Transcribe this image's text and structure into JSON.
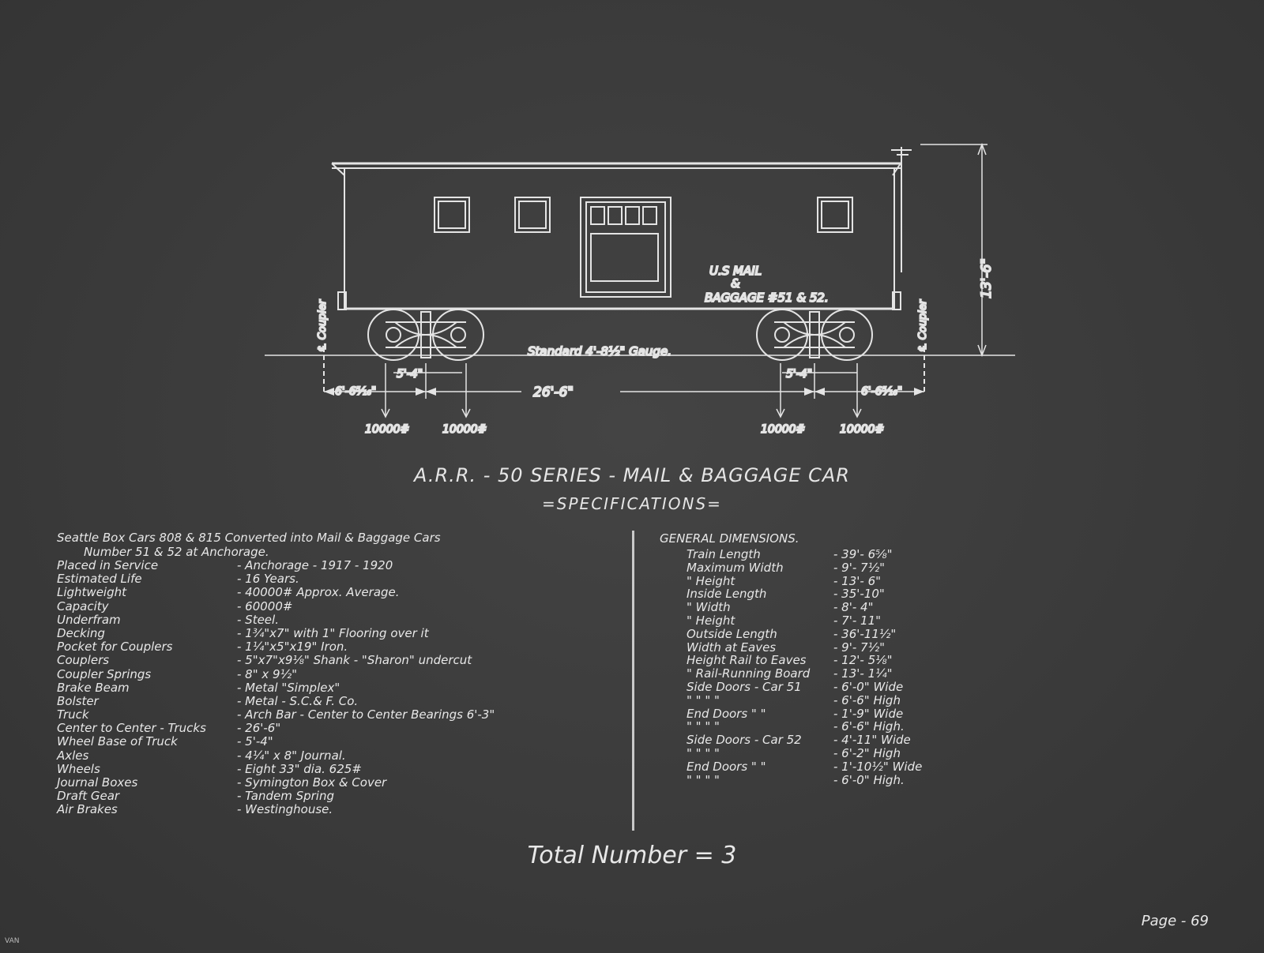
{
  "drawing": {
    "car_lettering_line1": "U.S MAIL",
    "car_lettering_line2": "&",
    "car_lettering_line3": "BAGGAGE #51 & 52.",
    "gauge_label": "Standard 4'-8½\" Gauge.",
    "height_dim": "13'-6\"",
    "coupler_left": "℄ Coupler",
    "coupler_right": "℄ Coupler",
    "wheelbase_left": "5'-4\"",
    "wheelbase_right": "5'-4\"",
    "overhang_left": "6'-6⁵⁄₁₆\"",
    "overhang_right": "6'-6⁵⁄₁₆\"",
    "truck_centers": "26'-6\"",
    "loads": [
      "10000#",
      "10000#",
      "10000#",
      "10000#"
    ]
  },
  "title": "A.R.R. - 50 SERIES - MAIL & BAGGAGE CAR",
  "subtitle": "=SPECIFICATIONS=",
  "specs": {
    "intro_line1": "Seattle Box Cars 808 & 815 Converted into Mail & Baggage Cars",
    "intro_line2": "Number 51 & 52   at Anchorage.",
    "rows": [
      {
        "k": "Placed in Service",
        "v": "-  Anchorage - 1917 - 1920"
      },
      {
        "k": "Estimated Life",
        "v": "-  16 Years."
      },
      {
        "k": "Lightweight",
        "v": "- 40000# Approx. Average."
      },
      {
        "k": "Capacity",
        "v": "- 60000#"
      },
      {
        "k": "Underfram",
        "v": "-  Steel."
      },
      {
        "k": "Decking",
        "v": "- 1¾\"x7\" with 1\" Flooring over it"
      },
      {
        "k": "Pocket for Couplers",
        "v": "- 1¼\"x5\"x19\" Iron."
      },
      {
        "k": "Couplers",
        "v": "- 5\"x7\"x9⅛\" Shank - \"Sharon\" undercut"
      },
      {
        "k": "Coupler Springs",
        "v": "- 8\" x 9½\""
      },
      {
        "k": "Brake Beam",
        "v": "- Metal  \"Simplex\""
      },
      {
        "k": "Bolster",
        "v": "- Metal -  S.C.& F. Co."
      },
      {
        "k": "Truck",
        "v": "- Arch Bar - Center to Center Bearings 6'-3\""
      },
      {
        "k": "Center to Center - Trucks",
        "v": "- 26'-6\""
      },
      {
        "k": "Wheel Base of Truck",
        "v": "- 5'-4\""
      },
      {
        "k": "Axles",
        "v": "- 4¼\" x 8\" Journal."
      },
      {
        "k": "Wheels",
        "v": "- Eight 33\" dia. 625#"
      },
      {
        "k": "Journal Boxes",
        "v": "- Symington Box & Cover"
      },
      {
        "k": "Draft Gear",
        "v": "- Tandem Spring"
      },
      {
        "k": "Air Brakes",
        "v": "- Westinghouse."
      }
    ]
  },
  "dimensions": {
    "heading": "GENERAL DIMENSIONS.",
    "rows": [
      {
        "k": "Train Length",
        "v": "- 39'- 6⅝\""
      },
      {
        "k": "Maximum Width",
        "v": "- 9'- 7½\""
      },
      {
        "k": "  \"      Height",
        "v": "- 13'- 6\""
      },
      {
        "k": "Inside Length",
        "v": "- 35'-10\""
      },
      {
        "k": "  \"    Width",
        "v": "- 8'- 4\""
      },
      {
        "k": "  \"    Height",
        "v": "- 7'- 11\""
      },
      {
        "k": "Outside Length",
        "v": "- 36'-11½\""
      },
      {
        "k": "Width at Eaves",
        "v": "- 9'- 7½\""
      },
      {
        "k": "Height Rail to Eaves",
        "v": "- 12'- 5⅛\""
      },
      {
        "k": "  \" Rail-Running Board",
        "v": "- 13'- 1¼\""
      },
      {
        "k": "Side Doors - Car 51",
        "v": "- 6'-0\" Wide"
      },
      {
        "k": "  \"     \"     \"    \"",
        "v": "- 6'-6\" High"
      },
      {
        "k": "End  Doors  \"  \"",
        "v": "- 1'-9\" Wide"
      },
      {
        "k": "  \"      \"      \"  \"",
        "v": "- 6'-6\" High."
      },
      {
        "k": "Side Doors - Car 52",
        "v": "- 4'-11\" Wide"
      },
      {
        "k": "  \"      \"      \"  \"",
        "v": "- 6'-2\" High"
      },
      {
        "k": "End  Doors  \"  \"",
        "v": "- 1'-10½\" Wide"
      },
      {
        "k": "  \"      \"      \"  \"",
        "v": "- 6'-0\" High."
      }
    ]
  },
  "total": "Total  Number = 3",
  "page_label": "Page - 69",
  "corner_mark": "VAN"
}
